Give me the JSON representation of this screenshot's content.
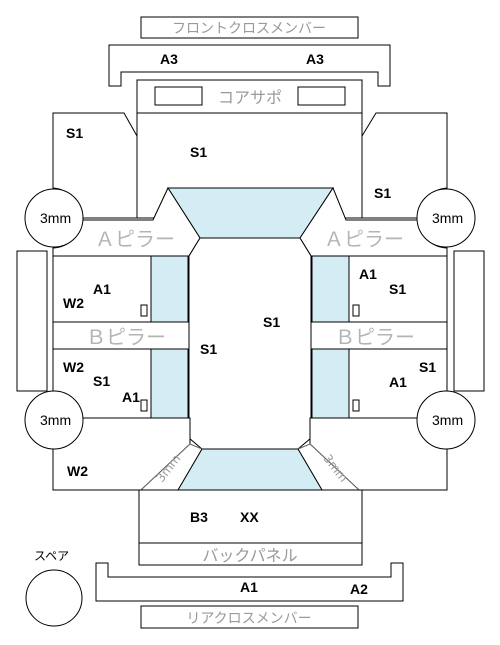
{
  "labels": {
    "front_cross_member": "フロントクロスメンバー",
    "core_support": "コアサポ",
    "a_pillar": "Ａピラー",
    "b_pillar": "Ｂピラー",
    "back_panel": "バックパネル",
    "rear_cross_member": "リアクロスメンバー",
    "spare": "スペア",
    "corner_mark": "3mm"
  },
  "codes": {
    "front_a3_left": "A3",
    "front_a3_right": "A3",
    "s1": "S1",
    "a1": "A1",
    "w2": "W2",
    "b3": "B3",
    "xx": "XX",
    "rear_a1": "A1",
    "rear_a2": "A2"
  }
}
